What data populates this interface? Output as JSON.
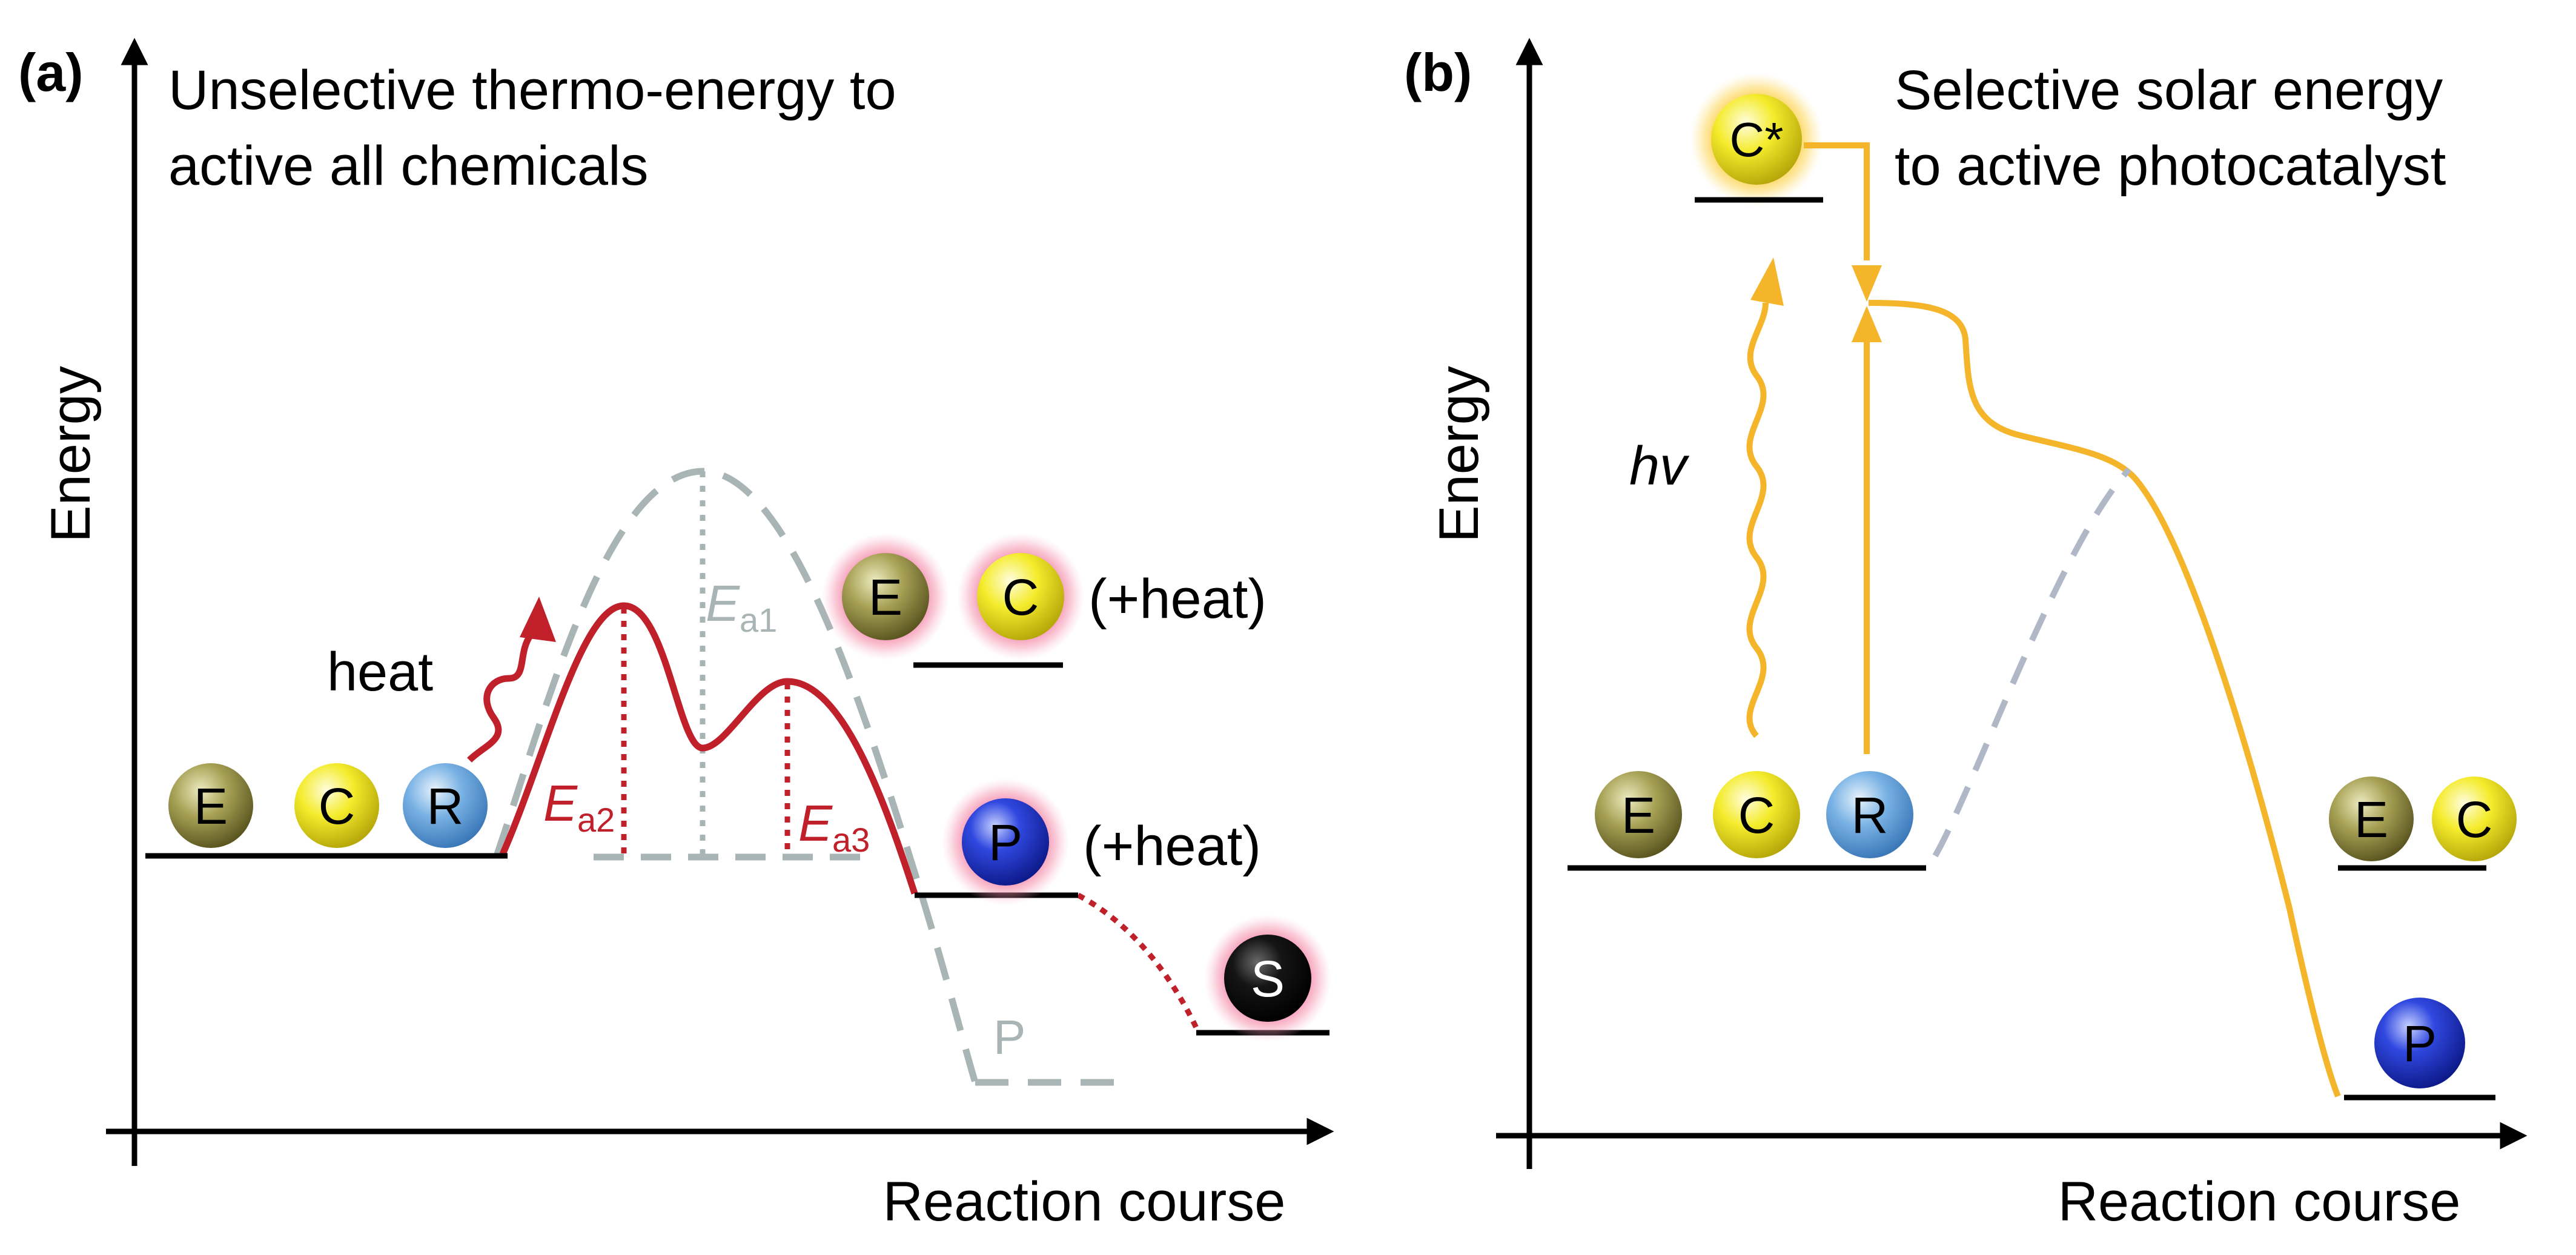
{
  "panel_a": {
    "label": "(a)",
    "title_line1": "Unselective thermo-energy to",
    "title_line2": "active all chemicals",
    "y_axis_label": "Energy",
    "x_axis_label": "Reaction course",
    "heat_label": "heat",
    "plus_heat_1": "(+heat)",
    "plus_heat_2": "(+heat)",
    "ea1": {
      "main": "E",
      "sub": "a1"
    },
    "ea2": {
      "main": "E",
      "sub": "a2"
    },
    "ea3": {
      "main": "E",
      "sub": "a3"
    },
    "p_ghost_label": "P",
    "balls": {
      "e": "E",
      "c": "C",
      "r": "R",
      "e2": "E",
      "c2": "C",
      "p": "P",
      "s": "S"
    }
  },
  "panel_b": {
    "label": "(b)",
    "title_line1": "Selective solar energy",
    "title_line2": "to active photocatalyst",
    "y_axis_label": "Energy",
    "x_axis_label": "Reaction course",
    "hv_label": "hv",
    "balls": {
      "cstar": "C*",
      "e": "E",
      "c": "C",
      "r": "R",
      "e2": "E",
      "c2": "C",
      "p": "P"
    }
  },
  "colors": {
    "thermal_path": "#c0202a",
    "ghost_path": "#a9b4b4",
    "solar_path": "#f5b52a",
    "ball_e": "#8f8a3c",
    "ball_c": "#f2ea28",
    "ball_r": "#6aa6dc",
    "ball_p": "#2a3ed8",
    "ball_s": "#111111",
    "glow_pink": "#f06a94",
    "glow_sun": "#fcc524"
  }
}
